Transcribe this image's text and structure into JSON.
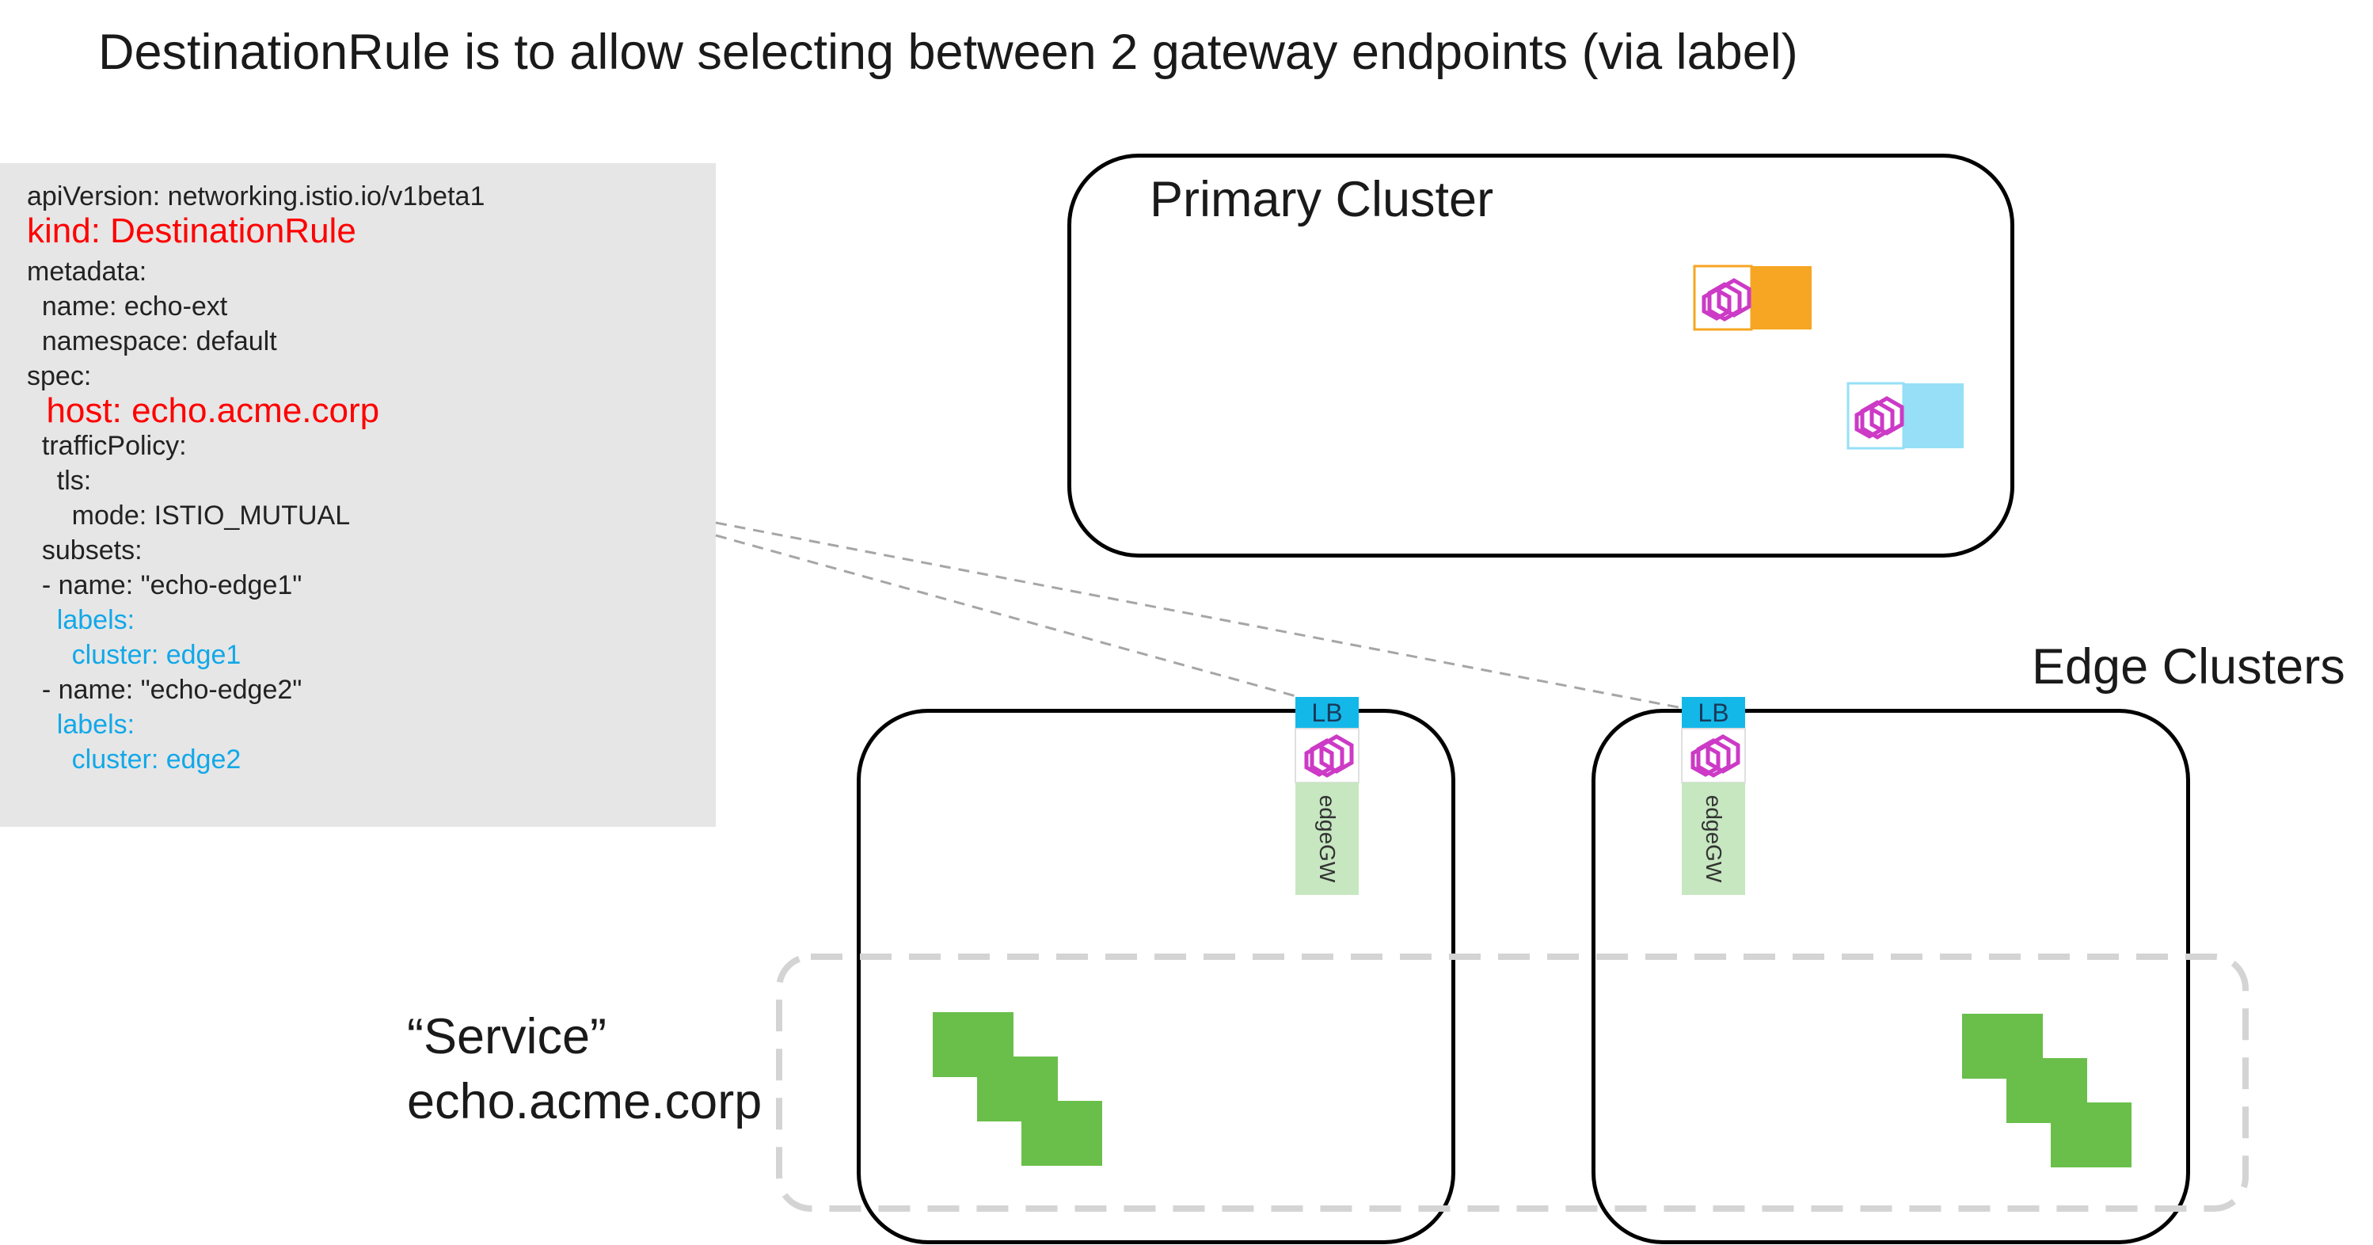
{
  "title": "DestinationRule is to allow selecting between 2 gateway endpoints (via label)",
  "code_lines": [
    {
      "text": "apiVersion: networking.istio.io/v1beta1",
      "color": "default"
    },
    {
      "text": "kind: DestinationRule",
      "color": "red"
    },
    {
      "text": "metadata:",
      "color": "default"
    },
    {
      "text": "  name: echo-ext",
      "color": "default"
    },
    {
      "text": "  namespace: default",
      "color": "default"
    },
    {
      "text": "spec:",
      "color": "default"
    },
    {
      "text": "  host: echo.acme.corp",
      "color": "red"
    },
    {
      "text": "  trafficPolicy:",
      "color": "default"
    },
    {
      "text": "    tls:",
      "color": "default"
    },
    {
      "text": "      mode: ISTIO_MUTUAL",
      "color": "default"
    },
    {
      "text": "  subsets:",
      "color": "default"
    },
    {
      "text": "  - name: \"echo-edge1\"",
      "color": "default"
    },
    {
      "text": "    labels:",
      "color": "blue"
    },
    {
      "text": "      cluster: edge1",
      "color": "blue"
    },
    {
      "text": "  - name: \"echo-edge2\"",
      "color": "default"
    },
    {
      "text": "    labels:",
      "color": "blue"
    },
    {
      "text": "      cluster: edge2",
      "color": "blue"
    }
  ],
  "primary_cluster": {
    "title": "Primary Cluster"
  },
  "edge_clusters": {
    "title": "Edge Clusters"
  },
  "gateways": [
    {
      "lb_label": "LB",
      "gw_label": "edgeGW"
    },
    {
      "lb_label": "LB",
      "gw_label": "edgeGW"
    }
  ],
  "service": {
    "line1": "“Service”",
    "line2": "echo.acme.corp"
  },
  "colors": {
    "red": "#ff0000",
    "blue": "#11a8e8",
    "lb": "#14b8e8",
    "gw": "#c6e7c0",
    "green": "#6abf4b",
    "orange": "#f6a623",
    "lightblue": "#96dff7",
    "envoy": "#cc3ac6"
  }
}
